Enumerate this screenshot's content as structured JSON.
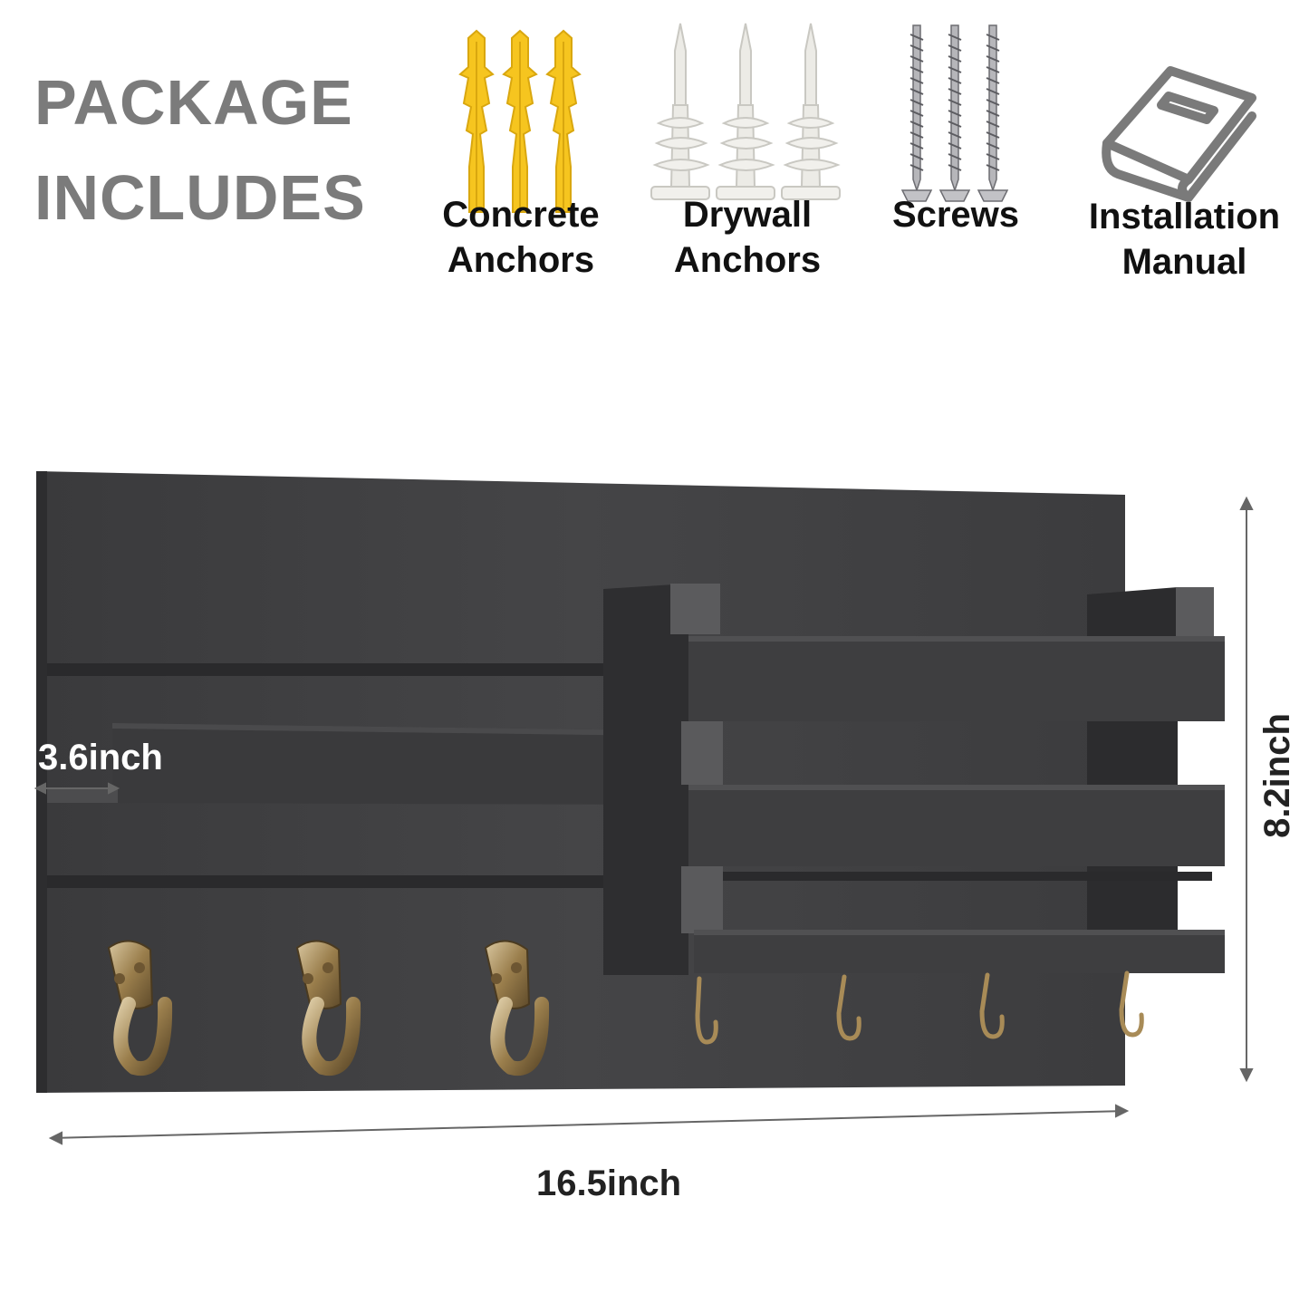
{
  "heading": {
    "line1": "PACKAGE",
    "line2": "INCLUDES"
  },
  "items": [
    {
      "icon": "concrete-anchor-icon",
      "line1": "Concrete",
      "line2": "Anchors",
      "color": "#f6c51f"
    },
    {
      "icon": "drywall-anchor-icon",
      "line1": "Drywall",
      "line2": "Anchors",
      "color": "#ecebe6"
    },
    {
      "icon": "screw-icon",
      "line1": "Screws",
      "line2": "",
      "color": "#a9a9ad"
    },
    {
      "icon": "manual-book-icon",
      "line1": "Installation",
      "line2": "Manual",
      "color": "#7a7a7a"
    }
  ],
  "dimensions": {
    "width": "16.5inch",
    "height": "8.2inch",
    "depth": "3.6inch"
  },
  "colors": {
    "board": "#3c3c3e",
    "heading": "#7b7b7b",
    "hook": "#9a7e4c"
  }
}
